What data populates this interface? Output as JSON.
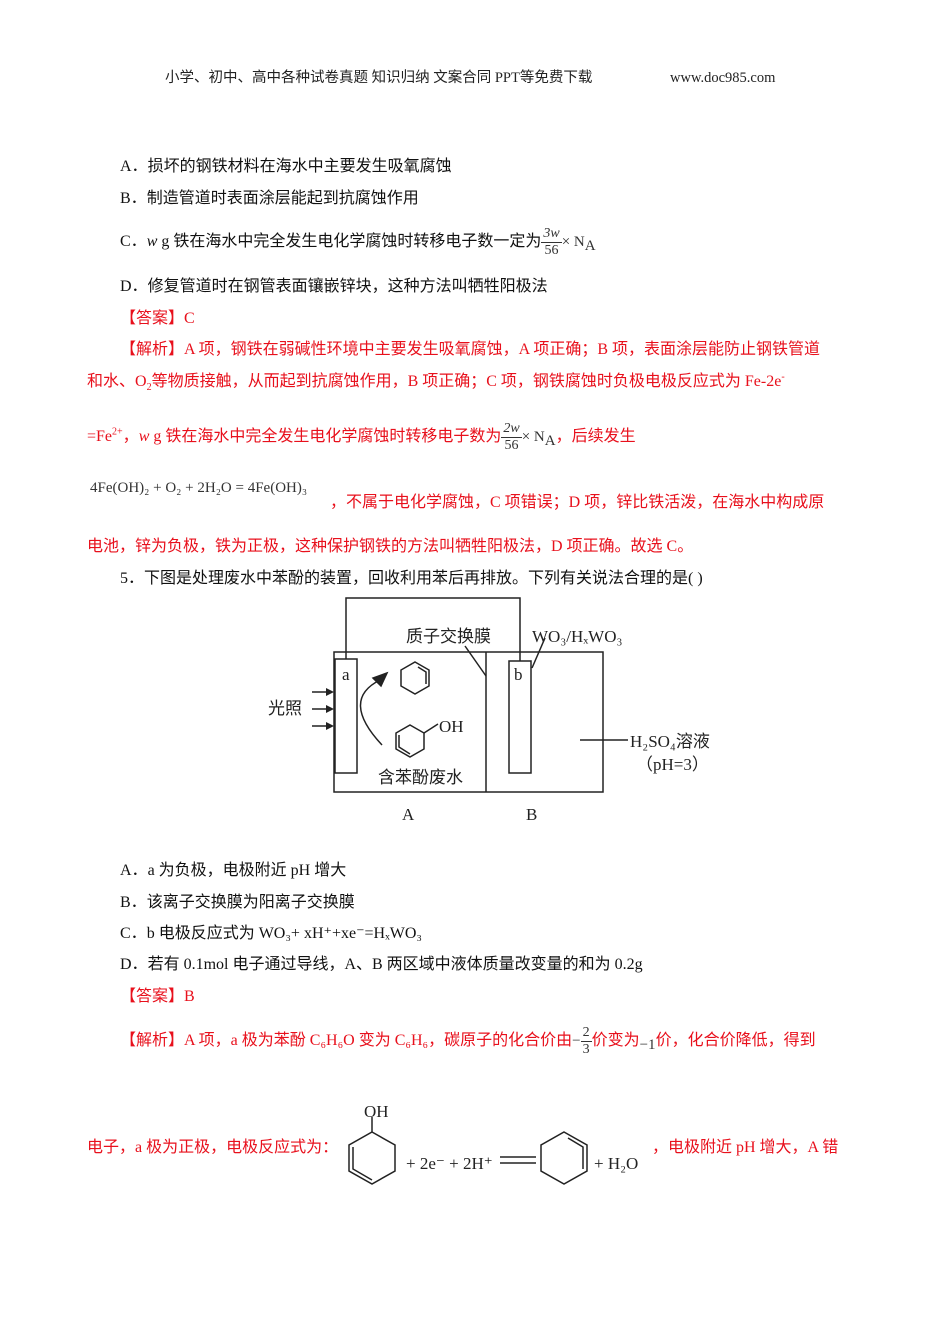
{
  "header": {
    "left": "小学、初中、高中各种试卷真题 知识归纳 文案合同 PPT等免费下载",
    "right": "www.doc985.com"
  },
  "q4": {
    "options": [
      {
        "label": "A．",
        "text": "损坏的钢铁材料在海水中主要发生吸氧腐蚀"
      },
      {
        "label": "B．",
        "text": "制造管道时表面涂层能起到抗腐蚀作用"
      },
      {
        "label": "C．",
        "text_w": "w",
        "text": " g 铁在海水中完全发生电化学腐蚀时转移电子数一定为",
        "frac_num": "3w",
        "frac_den": "56",
        "tail": "× N",
        "tail_sub": "A"
      },
      {
        "label": "D．",
        "text": "修复管道时在钢管表面镶嵌锌块，这种方法叫牺牲阳极法"
      }
    ],
    "answer": "【答案】C",
    "analysis": {
      "l1": "【解析】A 项，钢铁在弱碱性环境中主要发生吸氧腐蚀，A 项正确；B 项，表面涂层能防止钢铁管道",
      "l2a": "和水、O",
      "l2sub": "2",
      "l2b": "等物质接触，从而起到抗腐蚀作用，B 项正确；C 项，钢铁腐蚀时负极电极反应式为 Fe-2e",
      "l2sup": "-",
      "l3a": "=Fe",
      "l3sup": "2+",
      "l3b": "，",
      "l3w": "w",
      "l3c": " g 铁在海水中完全发生电化学腐蚀时转移电子数为",
      "l3num": "2w",
      "l3den": "56",
      "l3tail": "× N",
      "l3tailsub": "A",
      "l3d": "，后续发生",
      "eq": "4Fe(OH)₂ + O₂ + 2H₂O = 4Fe(OH)₃",
      "l4": "，不属于电化学腐蚀，C 项错误；D 项，锌比铁活泼，在海水中构成原",
      "l5": "电池，锌为负极，铁为正极，这种保护钢铁的方法叫牺牲阳极法，D 项正确。故选 C。"
    }
  },
  "q5": {
    "stem": "5．下图是处理废水中苯酚的装置，回收利用苯后再排放。下列有关说法合理的是(    )",
    "diagram": {
      "membrane": "质子交换膜",
      "electrode_b_label": "WO₃/HₓWO₃",
      "a": "a",
      "b": "b",
      "light": "光照",
      "oh": "OH",
      "wastewater": "含苯酚废水",
      "solution": "H₂SO₄溶液",
      "ph": "（pH=3）",
      "zone_a": "A",
      "zone_b": "B"
    },
    "options": [
      {
        "label": "A．",
        "text": "a 为负极，电极附近 pH 增大"
      },
      {
        "label": "B．",
        "text": "该离子交换膜为阳离子交换膜"
      },
      {
        "label": "C．",
        "text": "b 电极反应式为 WO₃+ xH⁺+xe⁻=HₓWO₃"
      },
      {
        "label": "D．",
        "text": "若有 0.1mol 电子通过导线，A、B 两区域中液体质量改变量的和为 0.2g"
      }
    ],
    "answer": "【答案】B",
    "analysis": {
      "l1a": "【解析】A 项，a 极为苯酚 C₆H₆O 变为 C₆H₆，碳原子的化合价由",
      "l1neg": "−",
      "l1num": "2",
      "l1den": "3",
      "l1b": "价变为",
      "l1c": "−1",
      "l1d": "价，化合价降低，得到",
      "l2a": "电子，a 极为正极，电极反应式为：",
      "oh": "OH",
      "mid": "+ 2e⁻ + 2H⁺",
      "h2o": "+ H₂O",
      "l2b": "，电极附近 pH 增大，A 错"
    }
  },
  "colors": {
    "red": "#e8101c"
  }
}
